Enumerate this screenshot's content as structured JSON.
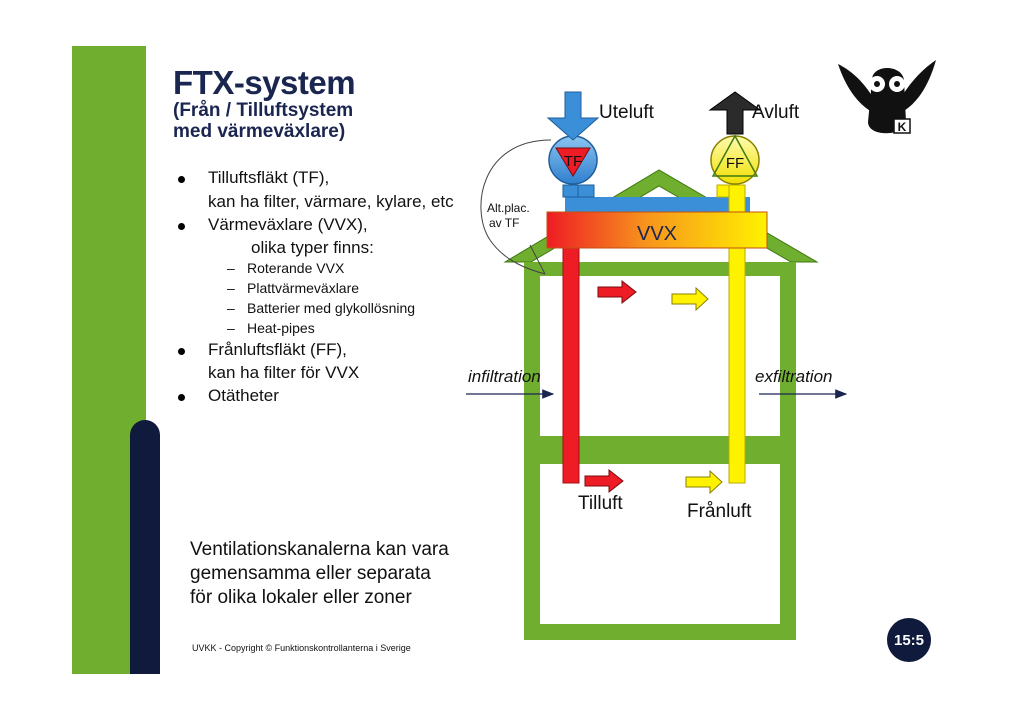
{
  "slide": {
    "title": "FTX-system",
    "subtitle_line1": "(Från / Tilluftsystem",
    "subtitle_line2": "med värmeväxlare)",
    "bullets": [
      {
        "line1": "Tilluftsfläkt (TF),",
        "line2": "kan ha filter, värmare, kylare, etc"
      },
      {
        "line1": "Värmeväxlare (VVX),",
        "line2": "olika typer finns:"
      },
      {
        "line1": "Frånluftsfläkt (FF),",
        "line2": "kan ha filter för VVX"
      },
      {
        "line1": "Otätheter"
      }
    ],
    "sub_items": [
      "Roterande VVX",
      "Plattvärmeväxlare",
      "Batterier med glykollösning",
      "Heat-pipes"
    ],
    "note_line1": "Ventilationskanalerna kan vara",
    "note_line2": "gemensamma eller separata",
    "note_line3": "för olika lokaler eller zoner",
    "footer": "UVKK - Copyright © Funktionskontrollanterna i Sverige",
    "page_number": "15:5",
    "logo_letter": "K"
  },
  "diagram": {
    "uteluft": "Uteluft",
    "avluft": "Avluft",
    "tf": "TF",
    "ff": "FF",
    "vvx": "VVX",
    "alt_line1": "Alt.plac.",
    "alt_line2": "av TF",
    "infiltration": "infiltration",
    "exfiltration": "exfiltration",
    "tilluft": "Tilluft",
    "franluft": "Frånluft"
  },
  "colors": {
    "house_green": "#6fae2e",
    "supply_red": "#ee1c24",
    "exhaust_yellow": "#fff200",
    "fan_blue": "#3b8fd9",
    "dark_navy": "#0f1a3c"
  }
}
